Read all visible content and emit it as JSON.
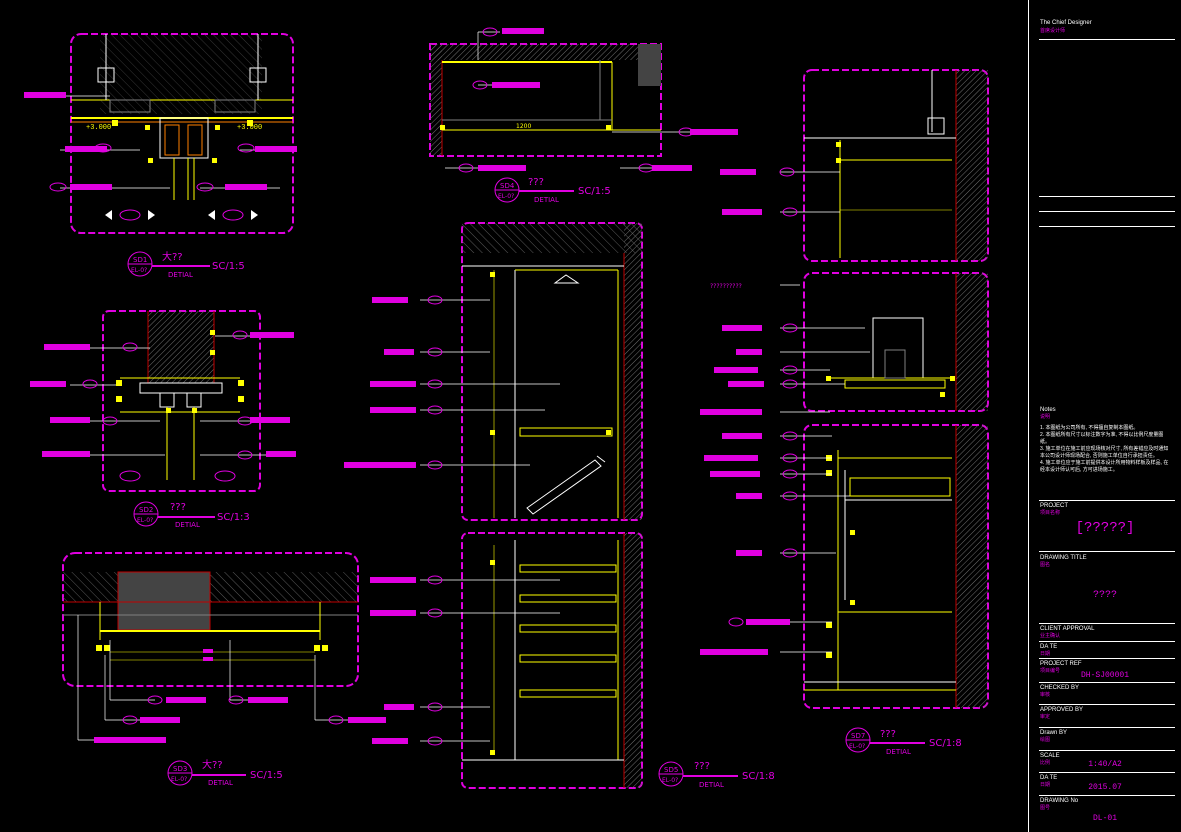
{
  "title_block": {
    "designer_en": "The Chief Designer",
    "designer_cn": "首席设计师",
    "notes_label": "Notes",
    "notes_cn": "说明",
    "notes": [
      "1. 本图纸为公司所有, 不得擅自复制本图纸。",
      "2. 本图纸所有尺寸以标注数字为准, 不得以比例尺度量图纸。",
      "3. 施工单位在施工前应现场核对尺寸, 所有差错应及时通知本公司设计师现场配合, 否则施工单位自行承担责任。",
      "4. 施工单位应于施工前提供本设计所用物料样板及样品, 在经本设计师认可后, 方可进场施工。"
    ],
    "project_label": "PROJECT",
    "project_cn": "项目名称",
    "project_value": "[?????]",
    "drawing_title_label": "DRAWING TITLE",
    "drawing_title_cn": "图名",
    "drawing_title_value": "????",
    "client_approval_label": "CLIENT APPROVAL",
    "client_approval_cn": "业主确认",
    "date_label_1": "DA TE",
    "date_cn_1": "日期",
    "project_ref_label": "PROJECT REF",
    "project_ref_cn": "项目编号",
    "project_ref_value": "DH-SJ00001",
    "checked_by_label": "CHECKED BY",
    "checked_by_cn": "审核",
    "approved_by_label": "APPROVED BY",
    "approved_by_cn": "审定",
    "drawn_by_label": "Drawn BY",
    "drawn_by_cn": "绘图",
    "scale_label": "SCALE",
    "scale_cn": "比例",
    "scale_value": "1:40/A2",
    "date_label_2": "DA TE",
    "date_cn_2": "日期",
    "date_value": "2015.07",
    "drawing_no_label": "DRAWING No",
    "drawing_no_cn": "图号",
    "drawing_no_value": "DL-01"
  },
  "details": [
    {
      "id": "SD1",
      "ref": "EL-0?",
      "name": "大??",
      "scale": "SC/1:5",
      "sub": "DETIAL"
    },
    {
      "id": "SD2",
      "ref": "EL-0?",
      "name": "???",
      "scale": "SC/1:3",
      "sub": "DETIAL"
    },
    {
      "id": "SD3",
      "ref": "EL-0?",
      "name": "大??",
      "scale": "SC/1:5",
      "sub": "DETIAL"
    },
    {
      "id": "SD4",
      "ref": "EL-0?",
      "name": "???",
      "scale": "SC/1:5",
      "sub": "DETIAL"
    },
    {
      "id": "SD5",
      "ref": "EL-0?",
      "name": "???",
      "scale": "SC/1:8",
      "sub": "DETIAL"
    },
    {
      "id": "SD7",
      "ref": "EL-0?",
      "name": "???",
      "scale": "SC/1:8",
      "sub": "DETIAL"
    }
  ],
  "dims": {
    "level_left": "+3.000",
    "level_right": "+3.000",
    "width_sd4": "1200",
    "ellipsis_label": "??????????"
  },
  "colors": {
    "border": "#e000e0",
    "leader": "#ffffff",
    "wall": "#c00000",
    "detail_line": "#ffff00",
    "hatch": "#808080"
  }
}
